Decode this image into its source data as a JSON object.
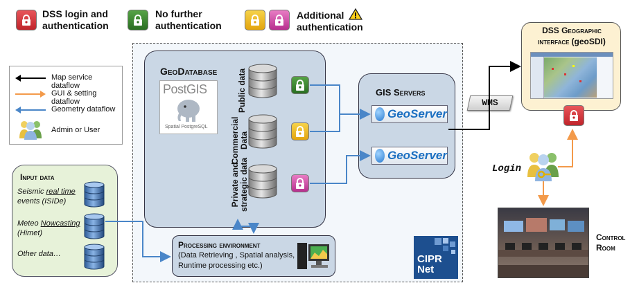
{
  "top_legend": {
    "dss_login": [
      "DSS login and",
      "authentication"
    ],
    "no_further": [
      "No further",
      "authentication"
    ],
    "additional": [
      "Additional",
      "authentication"
    ]
  },
  "legend": {
    "map_service": "Map service dataflow",
    "gui_setting": "GUI & setting dataflow",
    "geometry": "Geometry dataflow",
    "admin_user": "Admin  or User"
  },
  "geodatabase": {
    "title": "GeoDatabase",
    "postgis": "PostGIS",
    "postgis_sub": "Spatial PostgreSQL",
    "public": "Public data",
    "commercial": [
      "Commercial",
      "Data"
    ],
    "private": [
      "Private and",
      "strategic data"
    ]
  },
  "gis_servers": {
    "title": "GIS Servers",
    "server1": "GeoServer",
    "server2": "GeoServer"
  },
  "wms": "WMS",
  "dss_geo": {
    "title_line1": "DSS Geographic",
    "title_line2_a": "interface ",
    "title_line2_b": "(geoSDI)"
  },
  "login": "Login",
  "control_room": [
    "Control",
    "Room"
  ],
  "input_data": {
    "title": "Input data",
    "seismic_1a": "Seismic ",
    "seismic_1b": "real time",
    "seismic_2": "events (ISIDe)",
    "meteo_1a": "Meteo ",
    "meteo_1b": "Nowcasting",
    "meteo_2": "(Himet)",
    "other": "Other data…"
  },
  "processing": {
    "title": "Processing environment",
    "line1": "(Data Retrieving , Spatial analysis,",
    "line2": "Runtime processing etc.)"
  },
  "ciprnet": [
    "CIPR",
    "Net"
  ],
  "colors": {
    "black_flow": "#000000",
    "orange_flow": "#f39a4a",
    "blue_flow": "#4a86c8",
    "red_lock": "#c0242b",
    "green_lock": "#2a6e22",
    "yellow_lock": "#e3a40e",
    "pink_lock": "#b72f8e"
  }
}
